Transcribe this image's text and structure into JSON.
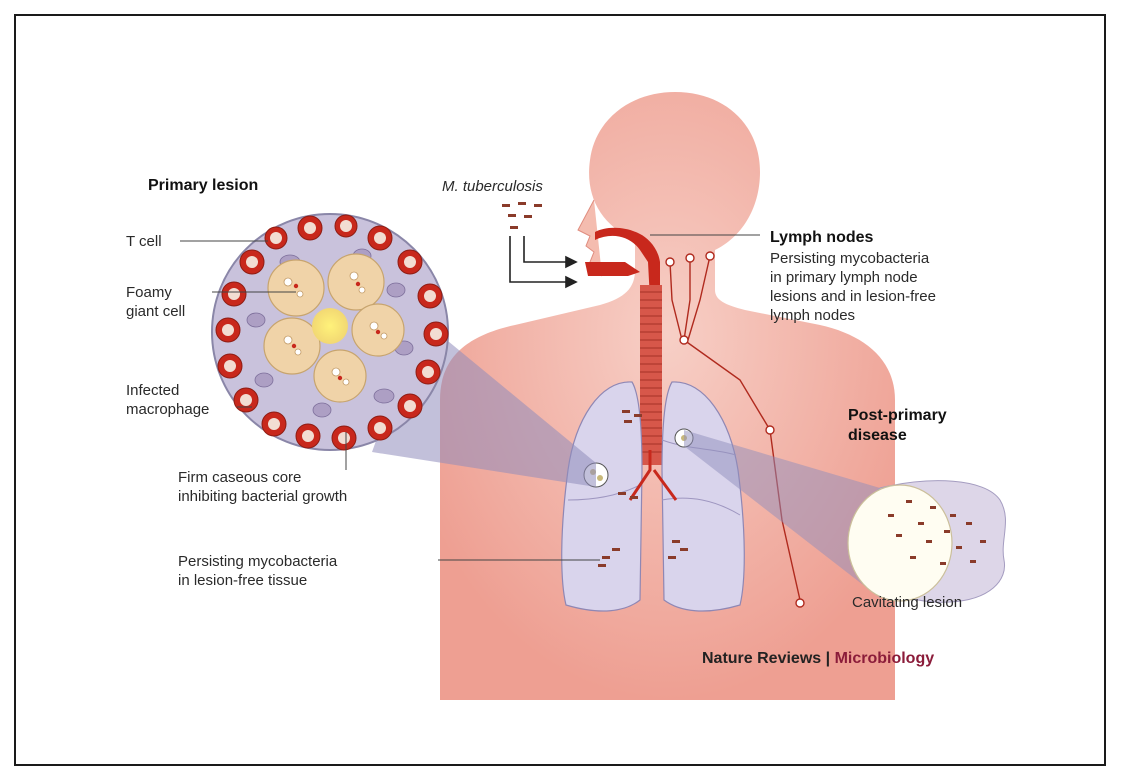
{
  "primary_lesion": {
    "title": "Primary lesion",
    "t_cell": "T cell",
    "foamy_1": "Foamy",
    "foamy_2": "giant cell",
    "infected_1": "Infected",
    "infected_2": "macrophage",
    "core_1": "Firm caseous core",
    "core_2": "inhibiting bacterial growth"
  },
  "pathogen": {
    "label": "M. tuberculosis"
  },
  "lymph": {
    "title": "Lymph nodes",
    "line1": "Persisting mycobacteria",
    "line2": "in primary lymph node",
    "line3": "lesions and in lesion-free",
    "line4": "lymph nodes"
  },
  "post_primary": {
    "title_1": "Post-primary",
    "title_2": "disease",
    "cavitating": "Cavitating lesion"
  },
  "persisting": {
    "line1": "Persisting mycobacteria",
    "line2": "in lesion-free tissue"
  },
  "credit": {
    "journal": "Nature Reviews",
    "separator": "|",
    "section": "Microbiology"
  },
  "colors": {
    "body": "#f2b3a8",
    "airway": "#c8281c",
    "lung": "#d9d4ec",
    "bacteria": "#8a3b2a",
    "credit_accent": "#8b1c3a"
  }
}
